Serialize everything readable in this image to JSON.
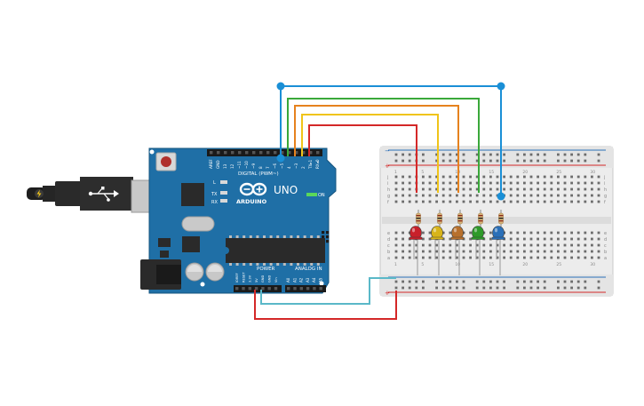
{
  "arduino": {
    "brand": "ARDUINO",
    "model": "UNO",
    "on_label": "ON",
    "tx_label": "TX",
    "rx_label": "RX",
    "l_label": "L",
    "digital_label": "DIGITAL (PWM~)",
    "power_label": "POWER",
    "analog_label": "ANALOG IN",
    "digital_pins": [
      "AREF",
      "GND",
      "13",
      "12",
      "~11",
      "~10",
      "~9",
      "8",
      "7",
      "~6",
      "~5",
      "4",
      "~3",
      "2",
      "TX▸1",
      "RX◂0"
    ],
    "power_pins": [
      "IOREF",
      "RESET",
      "3.3V",
      "5V",
      "GND",
      "GND",
      "Vin"
    ],
    "analog_pins": [
      "A0",
      "A1",
      "A2",
      "A3",
      "A4",
      "A5"
    ]
  },
  "breadboard": {
    "row_letters_top": [
      "j",
      "i",
      "h",
      "g",
      "f"
    ],
    "row_letters_bottom": [
      "e",
      "d",
      "c",
      "b",
      "a"
    ],
    "column_numbers": [
      "1",
      "",
      "",
      "",
      "5",
      "",
      "",
      "",
      "",
      "10",
      "",
      "",
      "",
      "",
      "15",
      "",
      "",
      "",
      "",
      "20",
      "",
      "",
      "",
      "",
      "25",
      "",
      "",
      "",
      "",
      "30"
    ],
    "rail_plus": "+",
    "rail_minus": "−"
  },
  "components": {
    "leds": [
      {
        "color": "red",
        "hex": "#c8202a"
      },
      {
        "color": "yellow",
        "hex": "#d8b41a"
      },
      {
        "color": "orange",
        "hex": "#b8702c"
      },
      {
        "color": "green",
        "hex": "#2e9a2a"
      },
      {
        "color": "blue",
        "hex": "#2a6fb8"
      }
    ],
    "resistor_count": 5
  },
  "wires": [
    {
      "name": "blue",
      "hex": "#1a8fd6"
    },
    {
      "name": "green",
      "hex": "#3aa83a"
    },
    {
      "name": "orange",
      "hex": "#e6821e"
    },
    {
      "name": "yellow",
      "hex": "#f0c419"
    },
    {
      "name": "red",
      "hex": "#d42828"
    },
    {
      "name": "cyan",
      "hex": "#5ab8c8"
    }
  ],
  "colors": {
    "board": "#1f6fa6",
    "board_edge": "#16557f",
    "breadboard": "#ececec",
    "rail_red": "#d42828",
    "rail_blue": "#2a6fb8"
  }
}
